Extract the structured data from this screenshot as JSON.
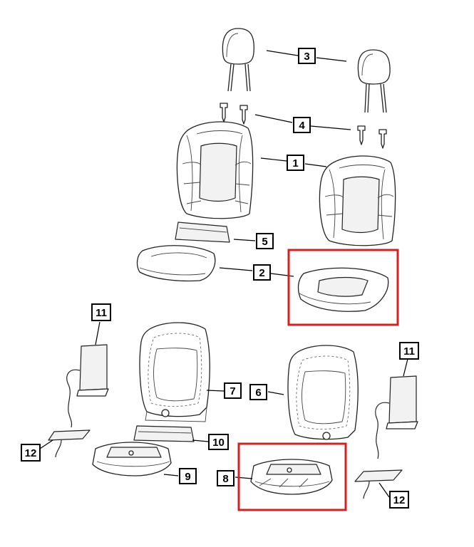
{
  "callouts": [
    {
      "id": "c1",
      "label": "1"
    },
    {
      "id": "c2",
      "label": "2"
    },
    {
      "id": "c3",
      "label": "3"
    },
    {
      "id": "c4",
      "label": "4"
    },
    {
      "id": "c5",
      "label": "5"
    },
    {
      "id": "c6",
      "label": "6"
    },
    {
      "id": "c7",
      "label": "7"
    },
    {
      "id": "c8",
      "label": "8"
    },
    {
      "id": "c9",
      "label": "9"
    },
    {
      "id": "c10",
      "label": "10"
    },
    {
      "id": "c11a",
      "label": "11"
    },
    {
      "id": "c11b",
      "label": "11"
    },
    {
      "id": "c12a",
      "label": "12"
    },
    {
      "id": "c12b",
      "label": "12"
    }
  ],
  "highlight_color": "#d42020",
  "highlighted_parts": [
    "2",
    "8"
  ]
}
